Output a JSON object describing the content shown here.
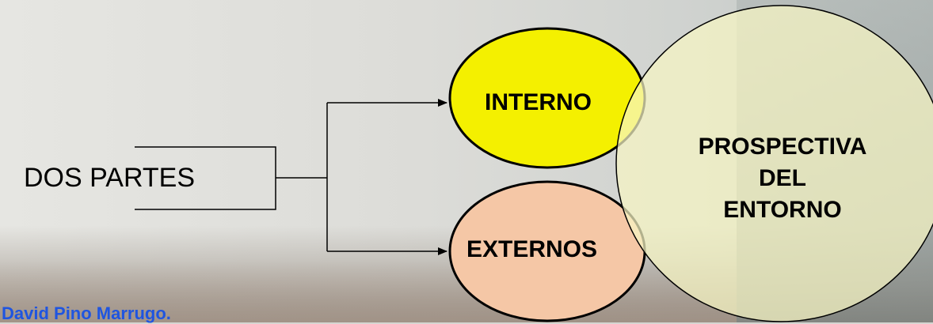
{
  "diagram": {
    "source_label": "DOS PARTES",
    "branches": [
      {
        "label": "INTERNO",
        "fill": "#f4f000"
      },
      {
        "label": "EXTERNOS",
        "fill": "#f5c7a6"
      }
    ],
    "overlay": {
      "lines": [
        "PROSPECTIVA",
        "DEL",
        "ENTORNO"
      ],
      "fill": "#f7f5c4"
    },
    "stroke_color": "#000000"
  },
  "footer": {
    "author": "David Pino Marrugo.",
    "author_color": "#1f55e0"
  }
}
